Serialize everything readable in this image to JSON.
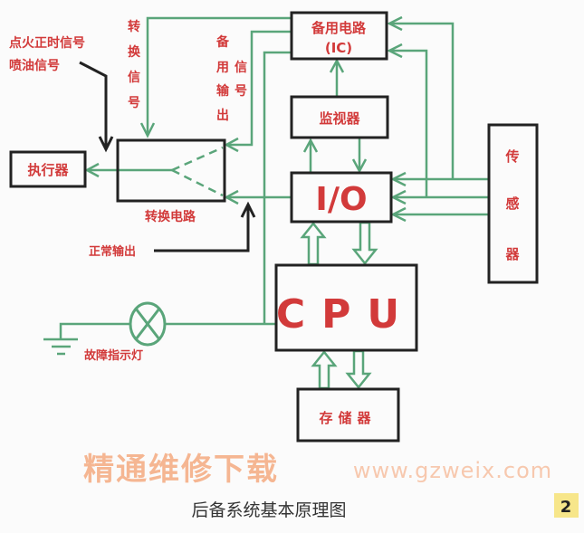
{
  "colors": {
    "box_stroke": "#222222",
    "signal_line": "#5aa57a",
    "label_text": "#d23a3a",
    "watermark": "#f4a070",
    "badge_bg": "#f7e68a"
  },
  "blocks": {
    "backup_circuit": {
      "line1": "备用电路",
      "line2": "(IC)"
    },
    "monitor": "监视器",
    "io": "I/O",
    "cpu": "CPU",
    "memory": "存储器",
    "sensor": [
      "传",
      "感",
      "器"
    ],
    "switch_circuit": "转换电路",
    "actuator": "执行器"
  },
  "labels": {
    "ignition_signal": "点火正时信号",
    "injection_signal": "喷油信号",
    "switch_signal": [
      "转",
      "换",
      "信",
      "号"
    ],
    "backup_output_col1": [
      "备",
      "用",
      "输",
      "出"
    ],
    "backup_output_col2": [
      "信",
      "号"
    ],
    "normal_output": "正常输出",
    "fault_lamp": "故障指示灯"
  },
  "caption": "后备系统基本原理图",
  "figure_number": "2",
  "watermark": {
    "line1": "精通维修下载",
    "line2": "www.gzweix.com"
  }
}
